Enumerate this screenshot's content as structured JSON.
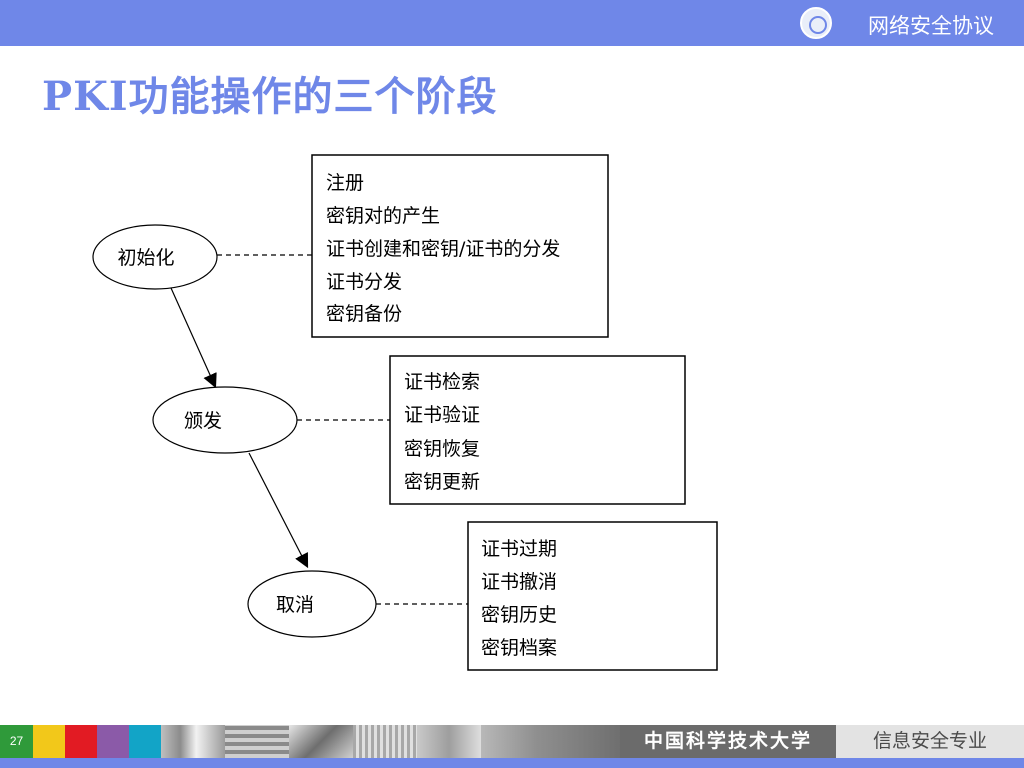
{
  "header": {
    "course_title": "网络安全协议",
    "logo_icon": "university-seal-icon"
  },
  "slide": {
    "title": "PKI功能操作的三个阶段"
  },
  "diagram": {
    "phases": [
      {
        "label": "初始化",
        "tasks": [
          "注册",
          "密钥对的产生",
          "证书创建和密钥/证书的分发",
          "证书分发",
          "密钥备份"
        ]
      },
      {
        "label": "颁发",
        "tasks": [
          "证书检索",
          "证书验证",
          "密钥恢复",
          "密钥更新"
        ]
      },
      {
        "label": "取消",
        "tasks": [
          "证书过期",
          "证书撤消",
          "密钥历史",
          "密钥档案"
        ]
      }
    ]
  },
  "footer": {
    "page_number": "27",
    "university": "中国科学技术大学",
    "major": "信息安全专业",
    "colors": [
      "#2f9a3a",
      "#f2c81a",
      "#e21b23",
      "#8b5aa8",
      "#12a4c7"
    ]
  }
}
